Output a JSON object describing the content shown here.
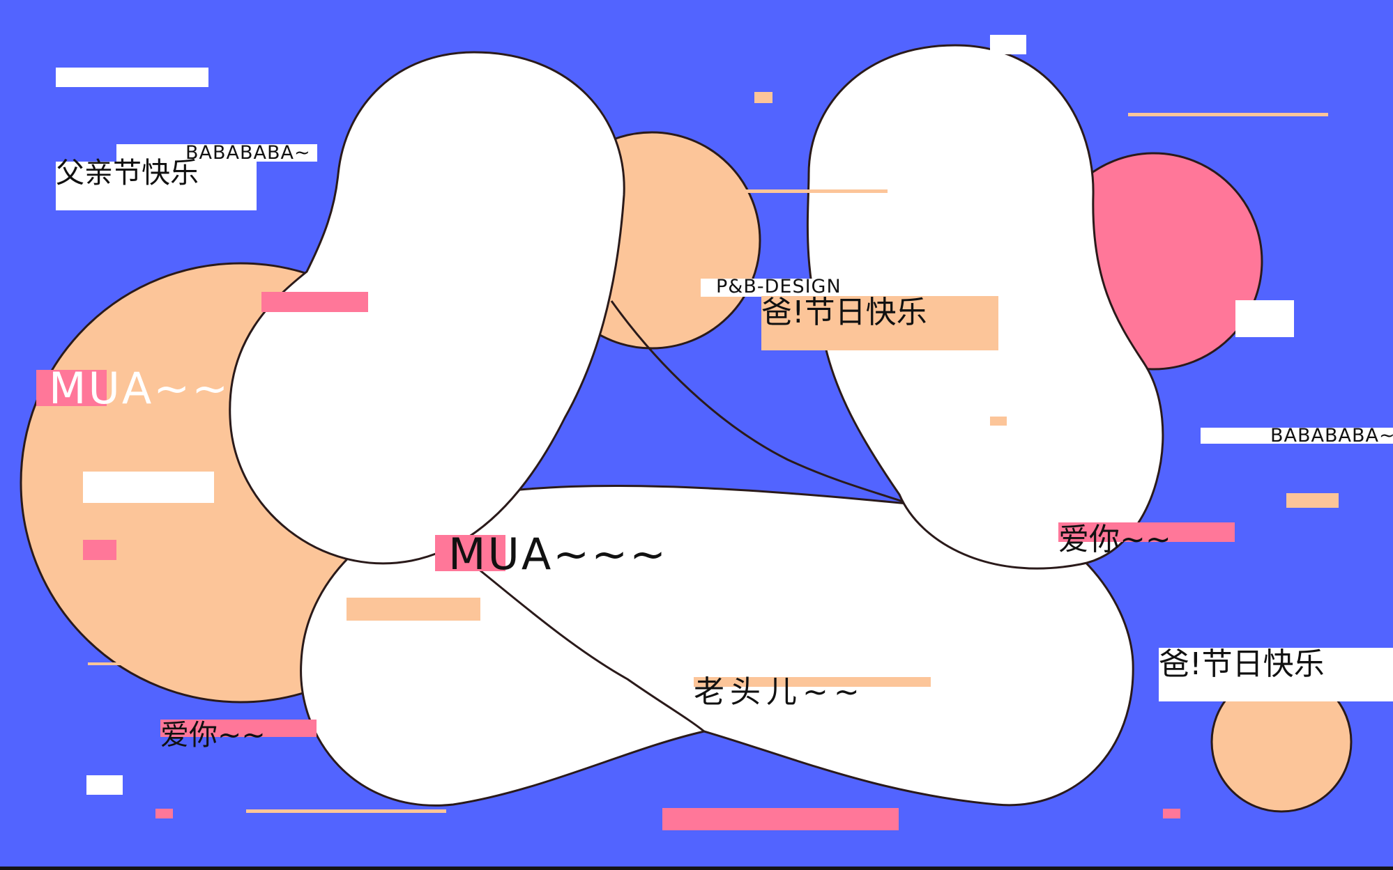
{
  "colors": {
    "background": "#5264FF",
    "peach": "#FCC599",
    "pink": "#FF7799",
    "white": "#FFFFFF",
    "outline": "#2A1A1A",
    "text": "#111111",
    "bottom_bar": "#141414"
  },
  "texts": {
    "fathers_day_top": "父亲节快乐",
    "bababa_top": "BABABABA~",
    "bababa_right": "BABABABA~",
    "mua_left": "MUA~~~",
    "mua_center": "MUA~~~",
    "brand": "P&B-DESIGN",
    "dad_day_center": "爸!节日快乐",
    "dad_day_right": "爸!节日快乐",
    "love_you_right": "爱你~~",
    "love_you_left": "爱你~~",
    "old_man": "老头儿~~"
  }
}
